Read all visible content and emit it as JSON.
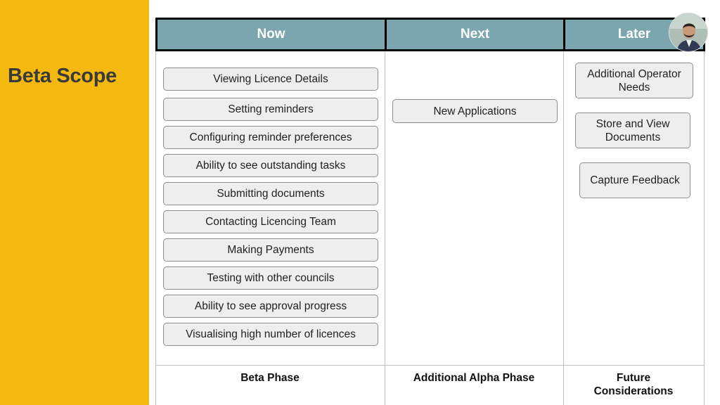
{
  "slide": {
    "title": "Beta Scope"
  },
  "columns": [
    {
      "header": "Now",
      "footer": "Beta Phase"
    },
    {
      "header": "Next",
      "footer": "Additional Alpha Phase"
    },
    {
      "header": "Later",
      "footer": "Future Considerations"
    }
  ],
  "now_items": [
    "Viewing Licence Details",
    "Setting reminders",
    "Configuring reminder preferences",
    "Ability to see outstanding tasks",
    "Submitting documents",
    "Contacting Licencing Team",
    "Making Payments",
    "Testing with other councils",
    "Ability to see approval progress",
    "Visualising high number of licences"
  ],
  "next_items": [
    "New Applications"
  ],
  "later_items": [
    "Additional Operator Needs",
    "Store and View Documents",
    "Capture Feedback"
  ],
  "colors": {
    "sidebar": "#f4b90f",
    "header": "#7ba6b0",
    "card": "#eeeeee"
  },
  "avatar": {
    "icon": "user-photo-avatar"
  }
}
